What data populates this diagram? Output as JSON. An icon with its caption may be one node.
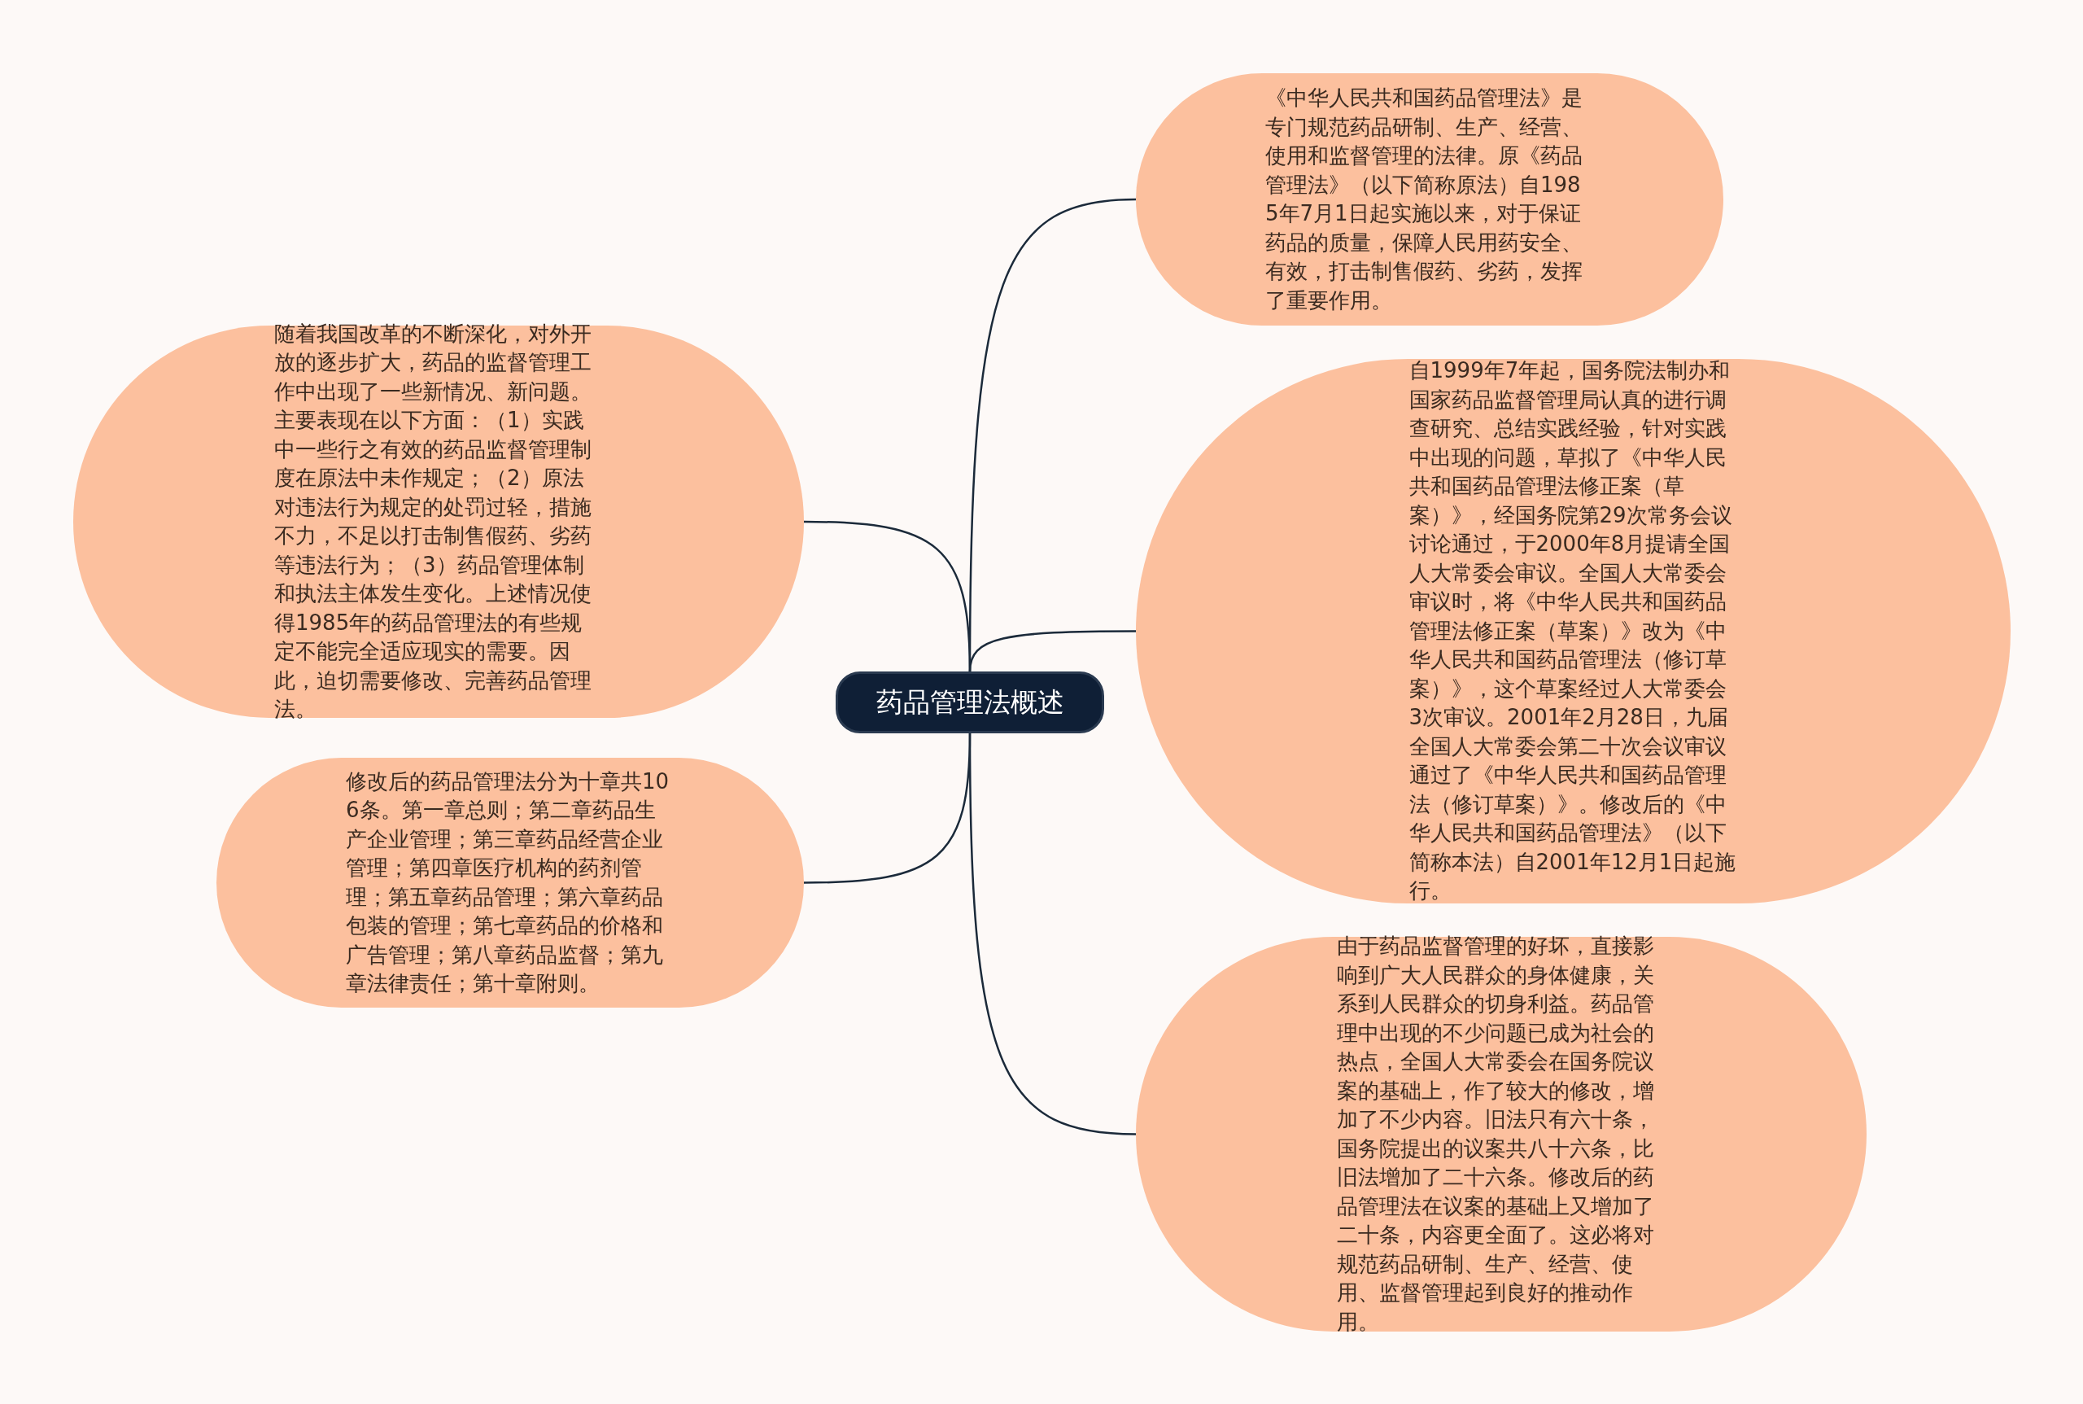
{
  "diagram": {
    "nodes": [
      {
        "text": [
          "药品管理法概述"
        ]
      },
      {
        "text": [
          "《中华人民共和国药品管理法》是专门规范药品研制、生产、经营、使用和监督管理的法律。原《药品管理法》（以下简称原法）自1985年7月1日起实施以来，对于保证药品的质量，保障人民用药安全、有效，打击制售假药、劣药，发挥了重要作用。"
        ]
      },
      {
        "text": [
          "自1999年7年起，国务院法制办和国家药品监督管理局认真的进行调查研究、总结实践经验，针对实践中出现的问题，草拟了《中华人民共和国药品管理法修正案（草案）》，经国务院第29次常务会议讨论通过，于2000年8月提请全国人大常委会审议。全国人大常委会审议时，将《中华人民共和国药品管理法修正案（草案）》改为《中华人民共和国药品管理法（修订草案）》，这个草案经过人大常委会3次审议。2001年2月28日，九届全国人大常委会第二十次会议审议通过了《中华人民共和国药品管理法（修订草案）》。修改后的《中华人民共和国药品管理法》（以下简称本法）自2001年12月1日起施行。"
        ]
      },
      {
        "text": [
          "由于药品监督管理的好坏，直接影响到广大人民群众的身体健康，关系到人民群众的切身利益。药品管理中出现的不少问题已成为社会的热点，全国人大常委会在国务院议案的基础上，作了较大的修改，增加了不少内容。旧法只有六十条，国务院提出的议案共八十六条，比旧法增加了二十六条。修改后的药品管理法在议案的基础上又增加了二十条，内容更全面了。这必将对规范药品研制、生产、经营、使用、监督管理起到良好的推动作用。"
        ]
      },
      {
        "text": [
          "随着我国改革的不断深化，对外开放的逐步扩大，药品的监督管理工作中出现了一些新情况、新问题。主要表现在以下方面：（1）实践中一些行之有效的药品监督管理制度在原法中未作规定；（2）原法对违法行为规定的处罚过轻，措施不力，不足以打击制售假药、劣药等违法行为；（3）药品管理体制和执法主体发生变化。上述情况使得1985年的药品管理法的有些规定不能完全适应现实的需要。因此，迫切需要修改、完善药品管理法。"
        ]
      },
      {
        "text": [
          "修改后的药品管理法分为十章共106条。第一章总则；第二章药品生产企业管理；第三章药品经营企业管理；第四章医疗机构的药剂管理；第五章药品管理；第六章药品包装的管理；第七章药品的价格和广告管理；第八章药品监督；第九章法律责任；第十章附则。"
        ]
      }
    ],
    "edges": [
      {
        "from": 0,
        "to": 1,
        "arrow": "none"
      },
      {
        "from": 0,
        "to": 2,
        "arrow": "none"
      },
      {
        "from": 0,
        "to": 3,
        "arrow": "none"
      },
      {
        "from": 0,
        "to": 4,
        "arrow": "none"
      },
      {
        "from": 0,
        "to": 5,
        "arrow": "none"
      }
    ]
  }
}
